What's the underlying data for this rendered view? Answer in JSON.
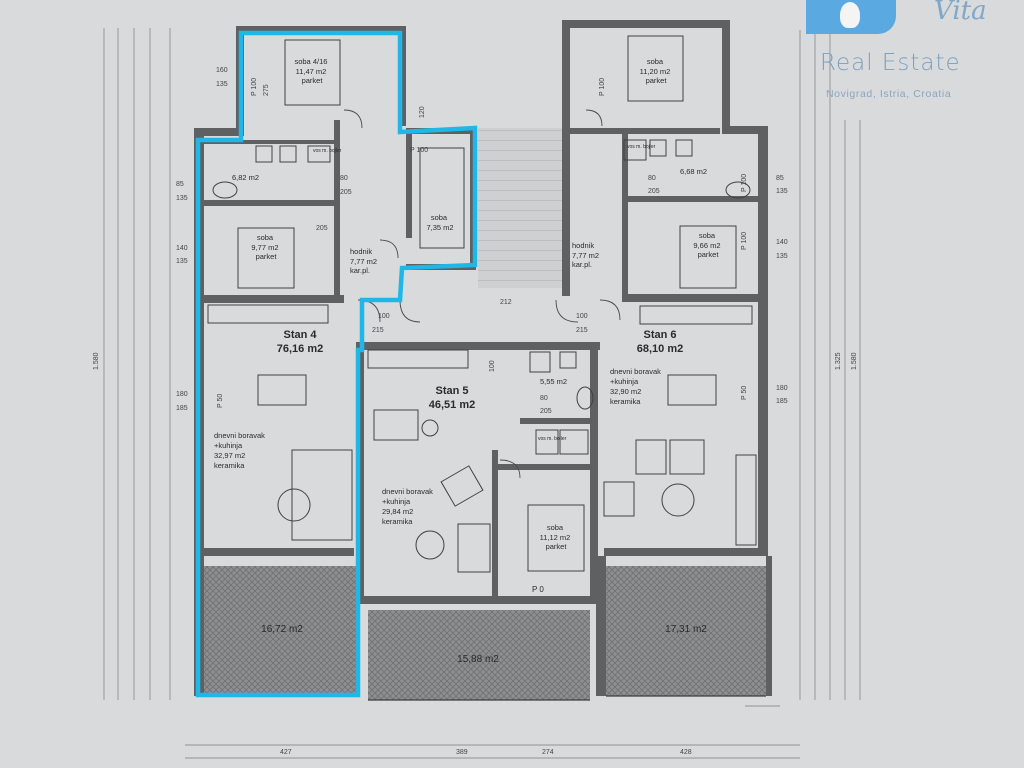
{
  "brand": {
    "script": "Vita",
    "title": "Real Estate",
    "subtitle": "Novigrad, Istria, Croatia",
    "logo_icon": "sailing-logo-icon"
  },
  "colors": {
    "paper": "#d9dadc",
    "wall": "#5f6062",
    "outline": "#1fb6e8",
    "brand": "#7aa0c2"
  },
  "apartments": [
    {
      "id": "stan4",
      "name": "Stan 4",
      "area": "76,16 m2"
    },
    {
      "id": "stan5",
      "name": "Stan 5",
      "area": "46,51 m2"
    },
    {
      "id": "stan6",
      "name": "Stan 6",
      "area": "68,10 m2"
    }
  ],
  "rooms": {
    "s4_bed1": [
      "soba 4/16",
      "11,47 m2",
      "parket"
    ],
    "s4_bath": [
      "6,82 m2"
    ],
    "s4_bed2": [
      "soba",
      "9,77 m2",
      "parket"
    ],
    "s4_hall": [
      "hodnik",
      "7,77 m2",
      "kar.pl."
    ],
    "s4_living": [
      "dnevni boravak",
      "+kuhinja",
      "32,97 m2",
      "keramika"
    ],
    "s4_terrace": [
      "16,72 m2"
    ],
    "s5_bed": [
      "soba",
      "7,35 m2"
    ],
    "s5_living": [
      "dnevni boravak",
      "+kuhinja",
      "29,84 m2",
      "keramika"
    ],
    "s5_bath": [
      "5,55 m2"
    ],
    "s5_bed2": [
      "soba",
      "11,12 m2",
      "parket"
    ],
    "s5_terrace": [
      "15,88 m2"
    ],
    "s5_p0": [
      "P 0"
    ],
    "s6_bed1": [
      "soba",
      "11,20 m2",
      "parket"
    ],
    "s6_bath": [
      "6,68 m2"
    ],
    "s6_bed2": [
      "soba",
      "9,66 m2",
      "parket"
    ],
    "s6_hall": [
      "hodnik",
      "7,77 m2",
      "kar.pl."
    ],
    "s6_living": [
      "dnevni boravak",
      "+kuhinja",
      "32,90 m2",
      "keramika"
    ],
    "s6_terrace": [
      "17,31 m2"
    ]
  },
  "dims": {
    "d_160": "160",
    "d_135a": "135",
    "d_p100a": "P 100",
    "d_275": "275",
    "d_85a": "85",
    "d_135b": "135",
    "d_140a": "140",
    "d_135c": "135",
    "d_180a": "180",
    "d_185a": "185",
    "d_p50a": "P 50",
    "d_120": "120",
    "d_p100b": "P 100",
    "d_80a": "80",
    "d_205a": "205",
    "d_205b": "205",
    "d_100a": "100",
    "d_215a": "215",
    "d_100b": "100",
    "d_215b": "215",
    "d_212": "212",
    "d_100c": "100",
    "d_80b": "80",
    "d_205c": "205",
    "d_80c": "80",
    "d_205d": "205",
    "d_85b": "85",
    "d_135d": "135",
    "d_140b": "140",
    "d_135e": "135",
    "d_180b": "180",
    "d_185b": "185",
    "d_p50b": "P 50",
    "d_p100c": "P 100",
    "d_p100d": "P 100",
    "d_p100e": "P 100",
    "b_427": "427",
    "b_389": "389",
    "b_274": "274",
    "b_428": "428",
    "b_1": "1.580",
    "b_2": "1.325",
    "b_3": "1.580"
  },
  "fixtures": {
    "wc_text": "vos m. bojler"
  }
}
